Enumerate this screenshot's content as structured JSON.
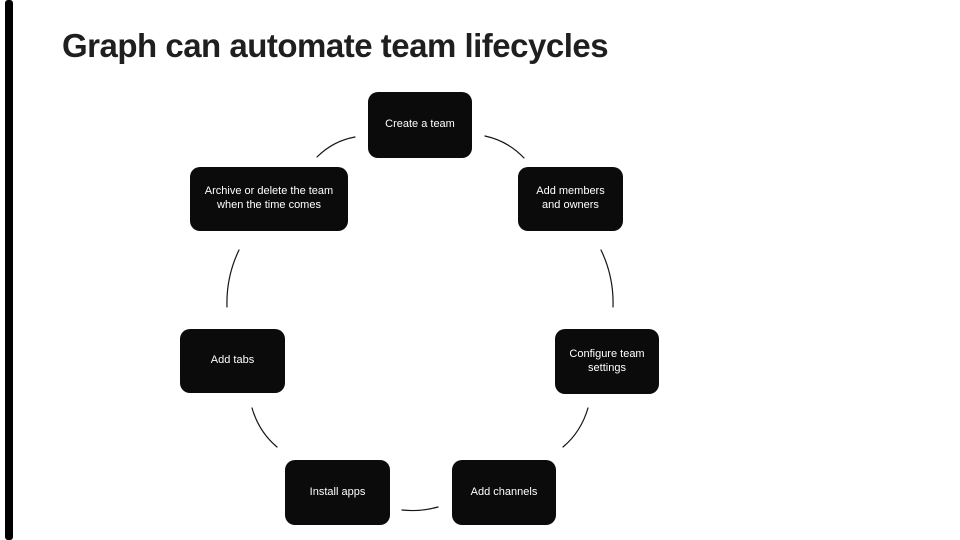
{
  "slide": {
    "title": "Graph can automate team lifecycles",
    "colors": {
      "background": "#ffffff",
      "title_text": "#1f1f1f",
      "node_fill": "#0b0b0b",
      "node_text": "#ffffff",
      "connector": "#151515",
      "edge_bar": "#000000"
    },
    "diagram_type": "circular-lifecycle",
    "nodes": {
      "create_team": {
        "label": "Create a team"
      },
      "archive_team": {
        "label": "Archive or delete the team\nwhen the time comes"
      },
      "add_members": {
        "label": "Add members\nand owners"
      },
      "add_tabs": {
        "label": "Add tabs"
      },
      "configure_settings": {
        "label": "Configure team\nsettings"
      },
      "install_apps": {
        "label": "Install apps"
      },
      "add_channels": {
        "label": "Add channels"
      }
    }
  }
}
